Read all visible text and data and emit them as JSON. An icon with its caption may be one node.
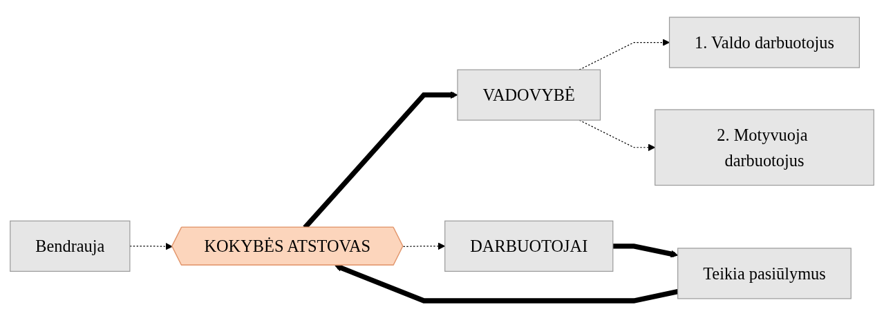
{
  "diagram": {
    "nodes": [
      {
        "text": [
          "VADOVYBĖ"
        ]
      },
      {
        "text": [
          "1. Valdo darbuotojus"
        ]
      },
      {
        "text": [
          "2. Motyvuoja darbuotojus"
        ]
      },
      {
        "text": [
          "Bendrauja"
        ]
      },
      {
        "text": [
          "KOKYBĖS ATSTOVAS"
        ]
      },
      {
        "text": [
          "DARBUOTOJAI"
        ]
      },
      {
        "text": [
          "Teikia pasiūlymus"
        ]
      }
    ],
    "edges": [
      {
        "from": 0,
        "to": 1,
        "arrow": "to",
        "style": "dashed"
      },
      {
        "from": 0,
        "to": 2,
        "arrow": "to",
        "style": "dashed"
      },
      {
        "from": 3,
        "to": 4,
        "arrow": "to",
        "style": "dashed"
      },
      {
        "from": 4,
        "to": 0,
        "arrow": "to",
        "style": "thick"
      },
      {
        "from": 4,
        "to": 5,
        "arrow": "to",
        "style": "dashed"
      },
      {
        "from": 5,
        "to": 6,
        "arrow": "to",
        "style": "thick"
      },
      {
        "from": 6,
        "to": 4,
        "arrow": "to",
        "style": "thick"
      }
    ]
  }
}
